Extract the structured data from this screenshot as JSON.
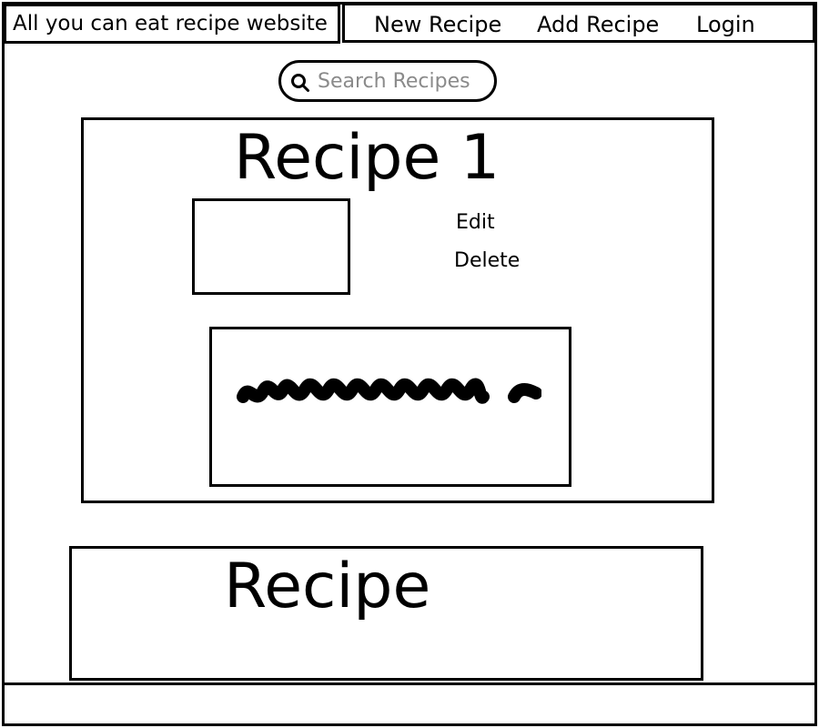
{
  "header": {
    "site_title": "All you can eat recipe website",
    "nav": {
      "new_recipe": "New Recipe",
      "add_recipe": "Add Recipe",
      "login": "Login"
    }
  },
  "search": {
    "placeholder": "Search Recipes",
    "icon": "search-icon"
  },
  "recipes": [
    {
      "title": "Recipe 1",
      "edit_label": "Edit",
      "delete_label": "Delete"
    },
    {
      "title": "Recipe"
    }
  ]
}
